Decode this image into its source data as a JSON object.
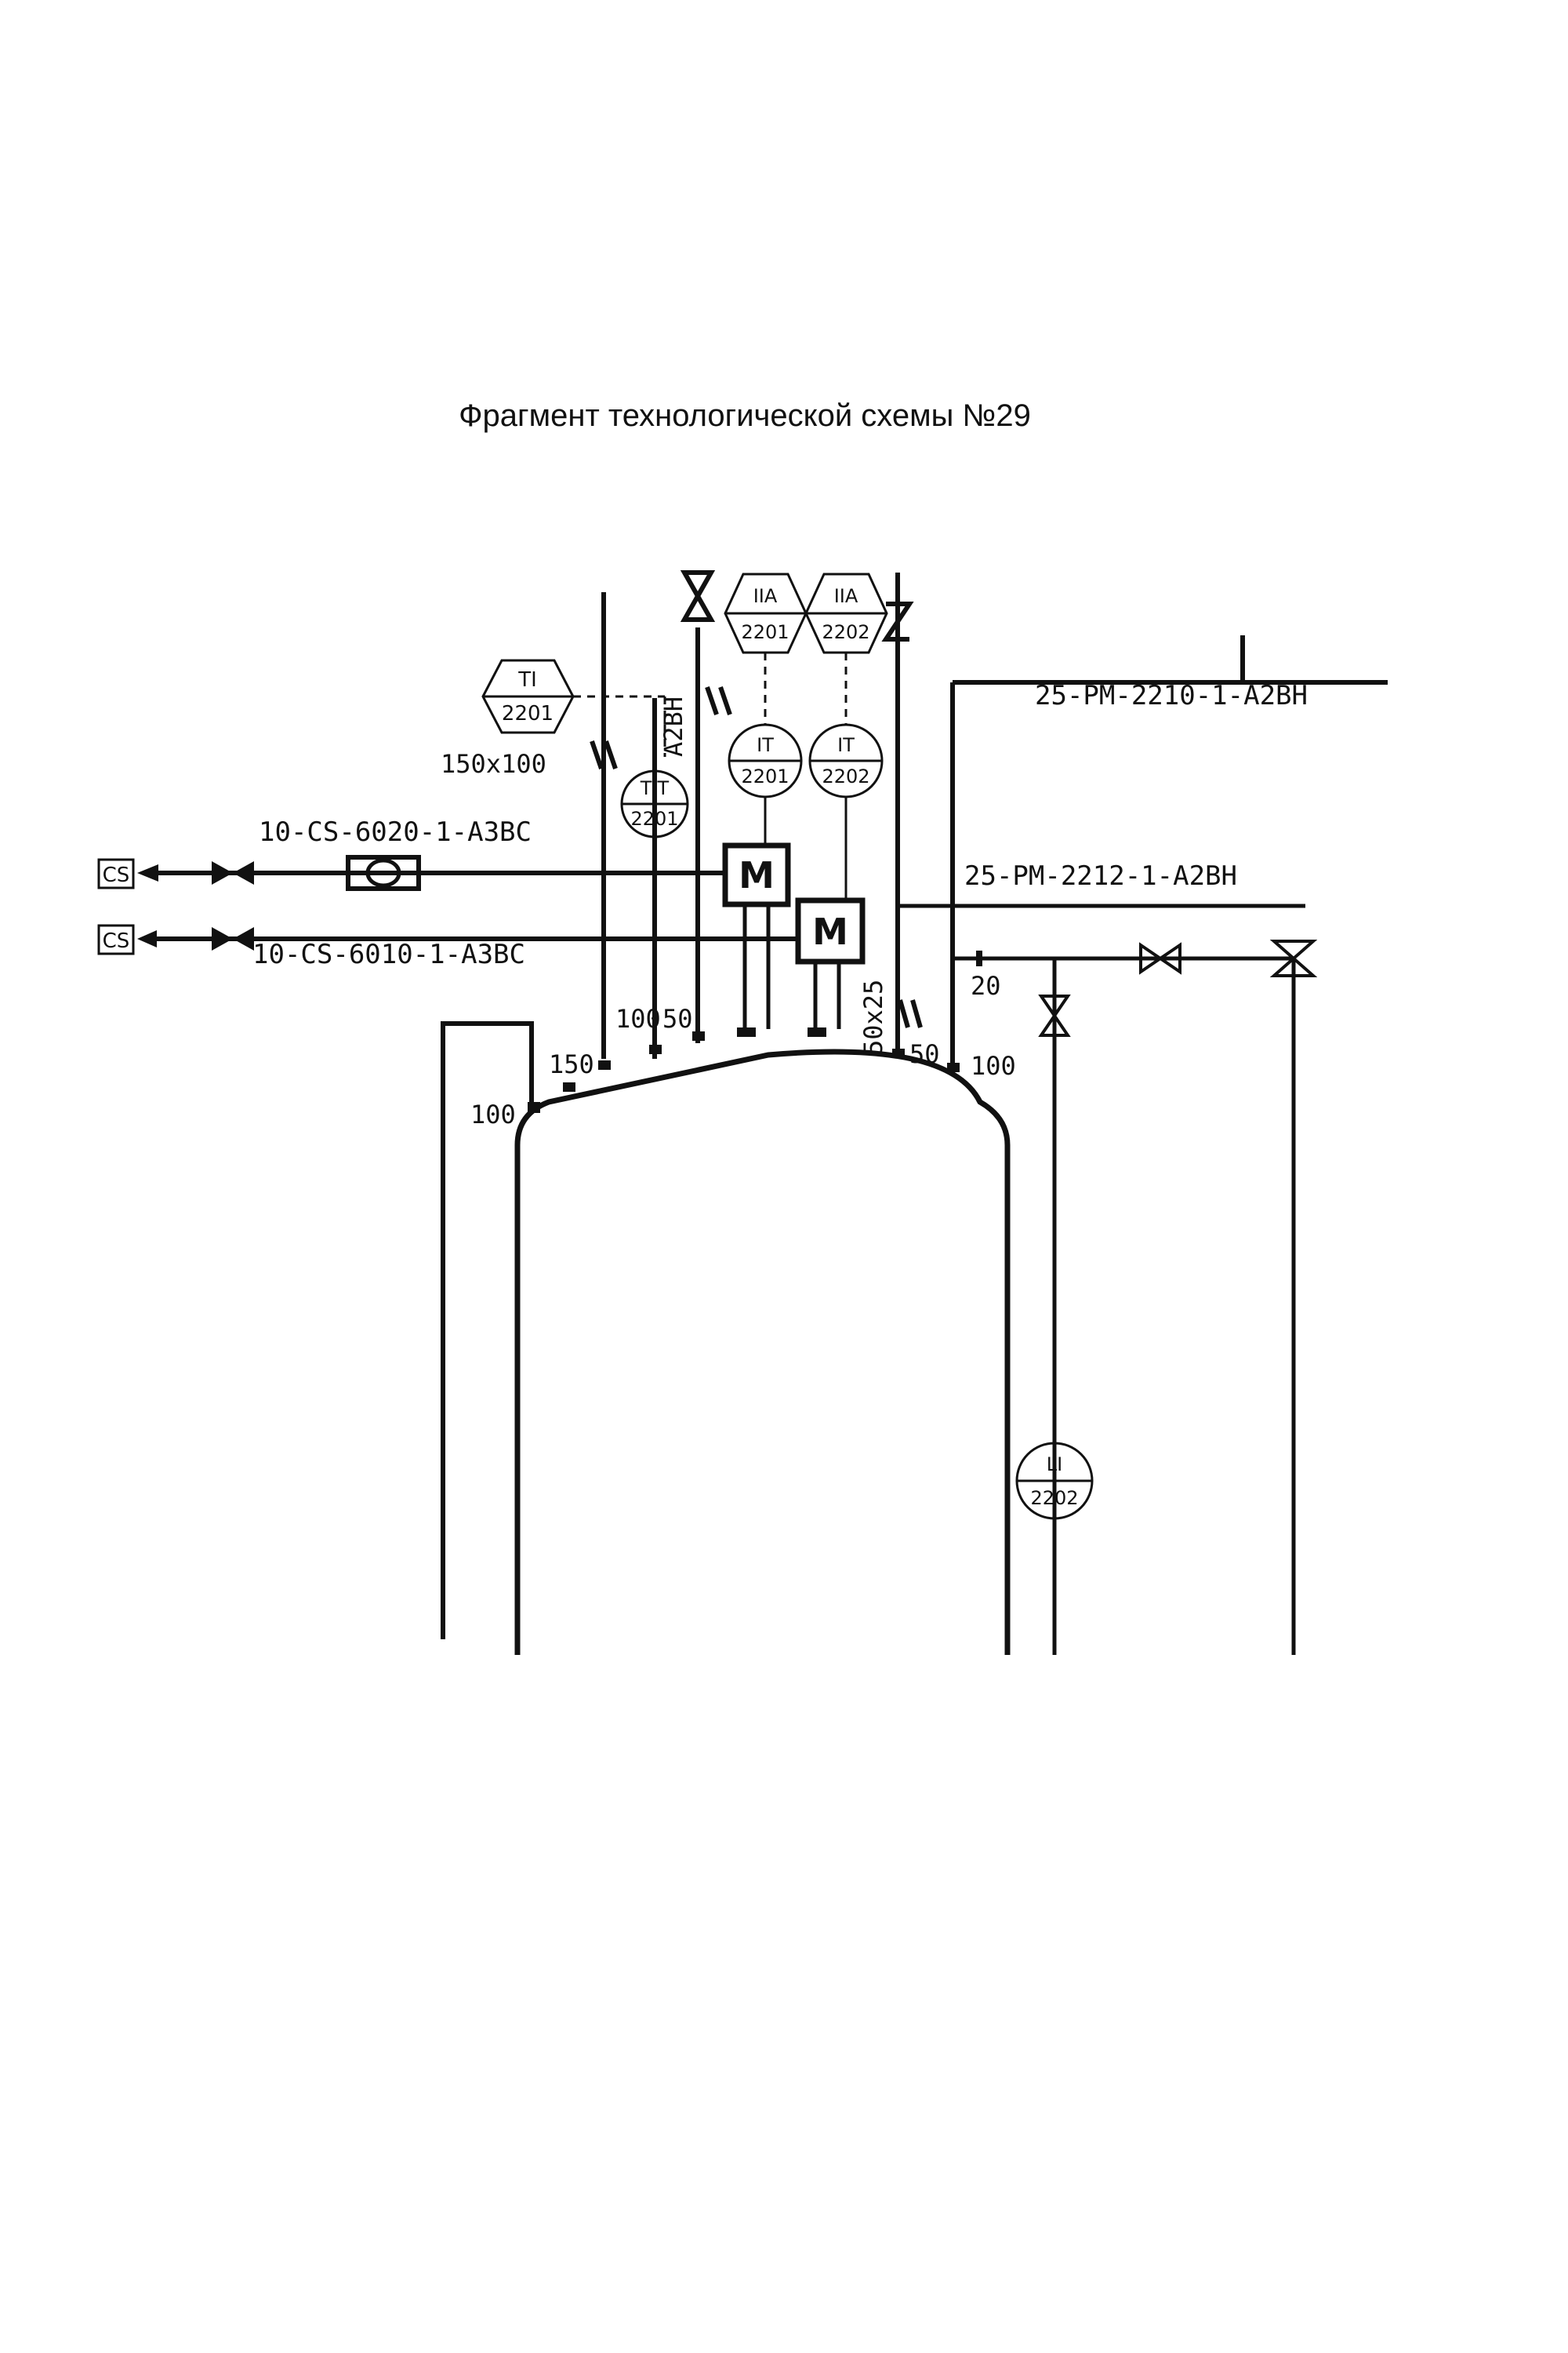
{
  "title": "Фрагмент технологической схемы №29",
  "colors": {
    "ink": "#111111",
    "paper": "#ffffff"
  },
  "lines": {
    "pm_2210": "25-PM-2210-1-A2BH",
    "pm_2212": "25-PM-2212-1-A2BH",
    "cs_6020": "10-CS-6020-1-A3BC",
    "cs_6010": "10-CS-6010-1-A3BC",
    "vertical_a2bh": "A2BH"
  },
  "nozzles": {
    "n100_left": "100",
    "n150": "150",
    "n100_mid": "100",
    "n50_left": "50",
    "n50x25": "50x25",
    "n50_right": "50",
    "n100_right": "100",
    "n20": "20",
    "reducer": "150x100"
  },
  "instruments": [
    {
      "func": "TI",
      "num": "2201"
    },
    {
      "func": "TIT",
      "num": "2201"
    },
    {
      "func": "IIA",
      "num": "2201"
    },
    {
      "func": "IIA",
      "num": "2202"
    },
    {
      "func": "IT",
      "num": "2201"
    },
    {
      "func": "IT",
      "num": "2202"
    },
    {
      "func": "LI",
      "num": "2202"
    }
  ],
  "motors": {
    "m1": "M",
    "m2": "M"
  },
  "connectors": {
    "cs_top": "CS",
    "cs_bottom": "CS"
  }
}
